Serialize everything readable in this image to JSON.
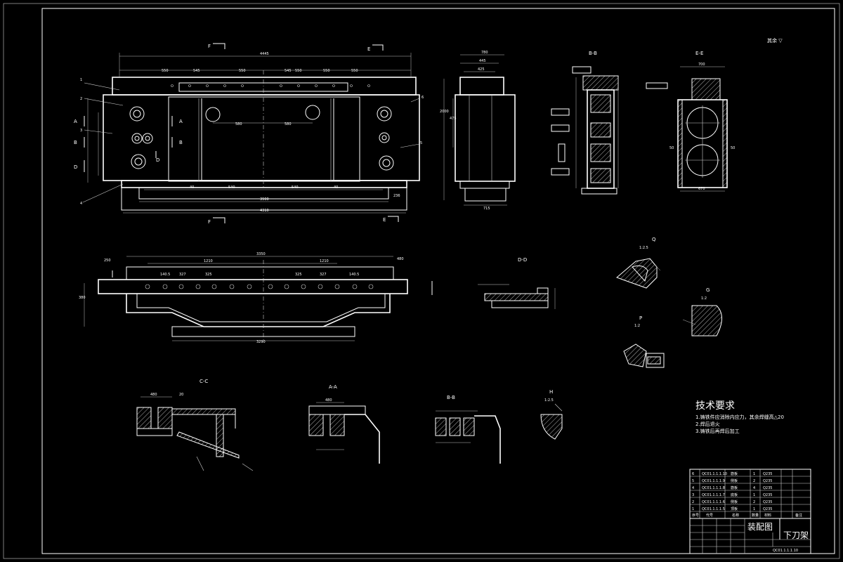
{
  "corner_mark": "其余 ▽",
  "views": {
    "main": {
      "top_dim": "4445",
      "bottom_dim": "4310",
      "bottom_inner_dim": "3900",
      "segment_dims": [
        "550",
        "545",
        "550",
        "545",
        "550",
        "550",
        "550"
      ],
      "lower_dims": [
        "40",
        "540",
        "540",
        "40",
        "236"
      ],
      "section_marks": [
        "F",
        "E",
        "F",
        "E"
      ],
      "side_letters": [
        "A",
        "B",
        "D",
        "A",
        "B",
        "D"
      ],
      "balloons": [
        "1",
        "2",
        "3",
        "4",
        "5",
        "6"
      ],
      "inner_dims": [
        "580",
        "580"
      ]
    },
    "side": {
      "dims": [
        "780",
        "445",
        "425",
        "2000",
        "475",
        "715"
      ]
    },
    "section_b": {
      "title": "B-B"
    },
    "section_e": {
      "title": "E-E",
      "top_dim": "700",
      "bottom_dim": "670",
      "side_dims": [
        "50",
        "50"
      ]
    },
    "top_view": {
      "top_dim": "3350",
      "inner_dim": "1210",
      "bottom_dim": "3290",
      "left_dims": [
        "250",
        "380"
      ],
      "right_dims": [
        "480"
      ],
      "hole_dims": [
        "140.5",
        "327",
        "325",
        "325",
        "327",
        "140.5"
      ]
    },
    "section_d": {
      "title": "D-D"
    },
    "detail_q": {
      "title": "Q",
      "scale": "1:2.5"
    },
    "detail_g": {
      "title": "G",
      "scale": "1:2"
    },
    "detail_p": {
      "title": "P",
      "scale": "1:2"
    },
    "section_c": {
      "title": "C-C",
      "dims": [
        "480",
        "20"
      ]
    },
    "section_a": {
      "title": "A-A",
      "dims": [
        "480"
      ]
    },
    "section_bb2": {
      "title": "B-B"
    },
    "detail_h": {
      "title": "H",
      "scale": "1:2.5"
    }
  },
  "tech_requirements": {
    "title": "技术要求",
    "items": [
      "1.铸铁件应消除内应力，其余焊缝高△20",
      "2.焊后退火",
      "3.铸铁后再焊后加工"
    ]
  },
  "title_block": {
    "drawing_type": "装配图",
    "part_name": "下刀架",
    "drawing_number": "QC01.1.1.1.10",
    "bom_rows": [
      [
        "6",
        "QC01.1.1.1.10",
        "筋板",
        "1",
        "Q235"
      ],
      [
        "5",
        "QC01.1.1.1.9",
        "侧板",
        "2",
        "Q235"
      ],
      [
        "4",
        "QC01.1.1.1.8",
        "筋板",
        "4",
        "Q235"
      ],
      [
        "3",
        "QC01.1.1.1.7",
        "底板",
        "1",
        "Q235"
      ],
      [
        "2",
        "QC01.1.1.1.6",
        "侧板",
        "2",
        "Q235"
      ],
      [
        "1",
        "QC01.1.1.1.5",
        "顶板",
        "1",
        "Q235"
      ]
    ],
    "header_labels": [
      "序号",
      "代号",
      "名称",
      "数量",
      "材料",
      "备注"
    ]
  }
}
